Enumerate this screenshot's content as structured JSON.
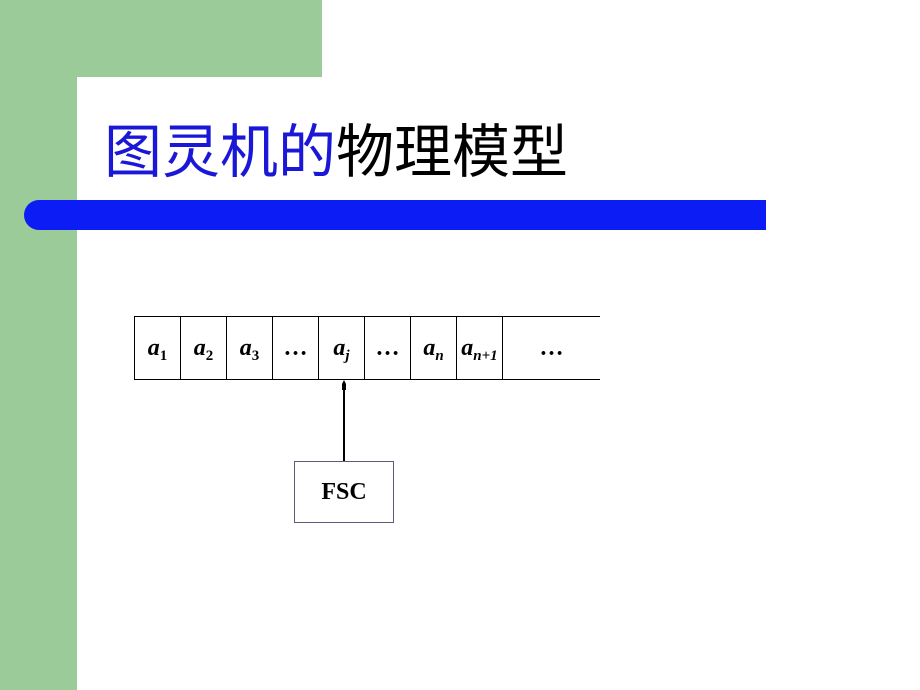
{
  "slide": {
    "title_blue": "图灵机的",
    "title_black": "物理模型"
  },
  "tape": {
    "cells": [
      {
        "sym": "a",
        "sub": "1"
      },
      {
        "sym": "a",
        "sub": "2"
      },
      {
        "sym": "a",
        "sub": "3"
      },
      {
        "sym": "…",
        "sub": ""
      },
      {
        "sym": "a",
        "sub": "j"
      },
      {
        "sym": "…",
        "sub": ""
      },
      {
        "sym": "a",
        "sub": "n"
      },
      {
        "sym": "a",
        "sub": "n+1"
      },
      {
        "sym": "…",
        "sub": ""
      }
    ]
  },
  "controller": {
    "label": "FSC"
  },
  "colors": {
    "green": "#9ccb9a",
    "title_blue": "#1a17d6",
    "bar_blue": "#0b1cf5"
  }
}
